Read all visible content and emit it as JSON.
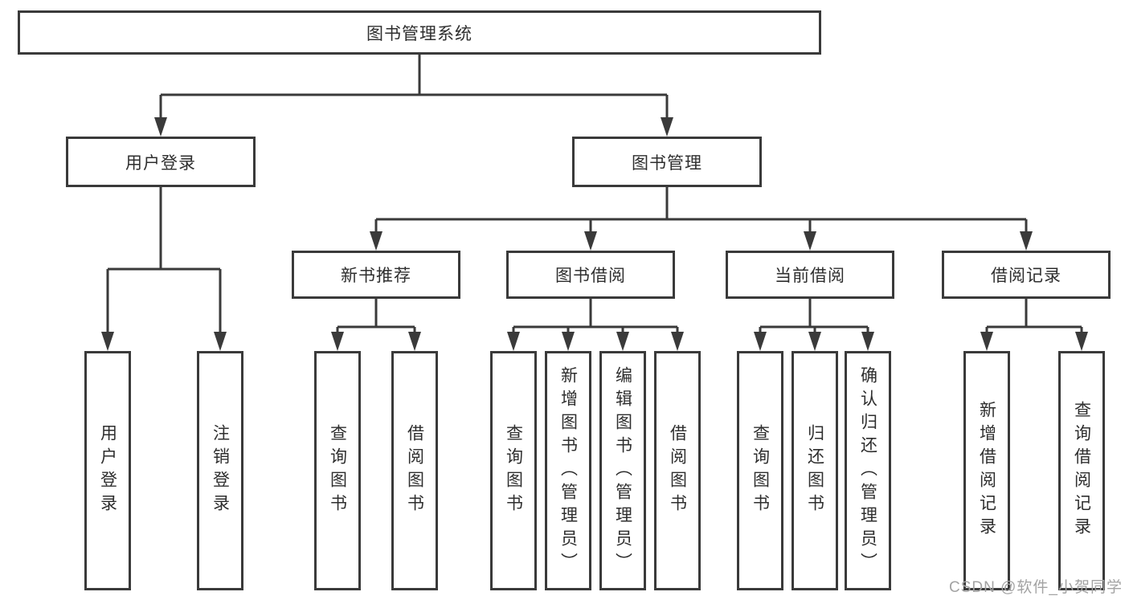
{
  "diagram": {
    "root": {
      "label": "图书管理系统"
    },
    "branches": [
      {
        "label": "用户登录",
        "children": [
          "用户登录",
          "注销登录"
        ]
      },
      {
        "label": "图书管理",
        "groups": [
          {
            "label": "新书推荐",
            "children": [
              "查询图书",
              "借阅图书"
            ]
          },
          {
            "label": "图书借阅",
            "children": [
              "查询图书",
              "新增图书（管理员）",
              "编辑图书（管理员）",
              "借阅图书"
            ]
          },
          {
            "label": "当前借阅",
            "children": [
              "查询图书",
              "归还图书",
              "确认归还（管理员）"
            ]
          },
          {
            "label": "借阅记录",
            "children": [
              "新增借阅记录",
              "查询借阅记录"
            ]
          }
        ]
      }
    ]
  },
  "watermark": {
    "text": "CSDN @软件_小贺同学"
  },
  "colors": {
    "line": "#3a3a3a",
    "text": "#2e2e2e",
    "box_fill": "#ffffff",
    "background": "#ffffff",
    "watermark": "#a3a3a3"
  }
}
